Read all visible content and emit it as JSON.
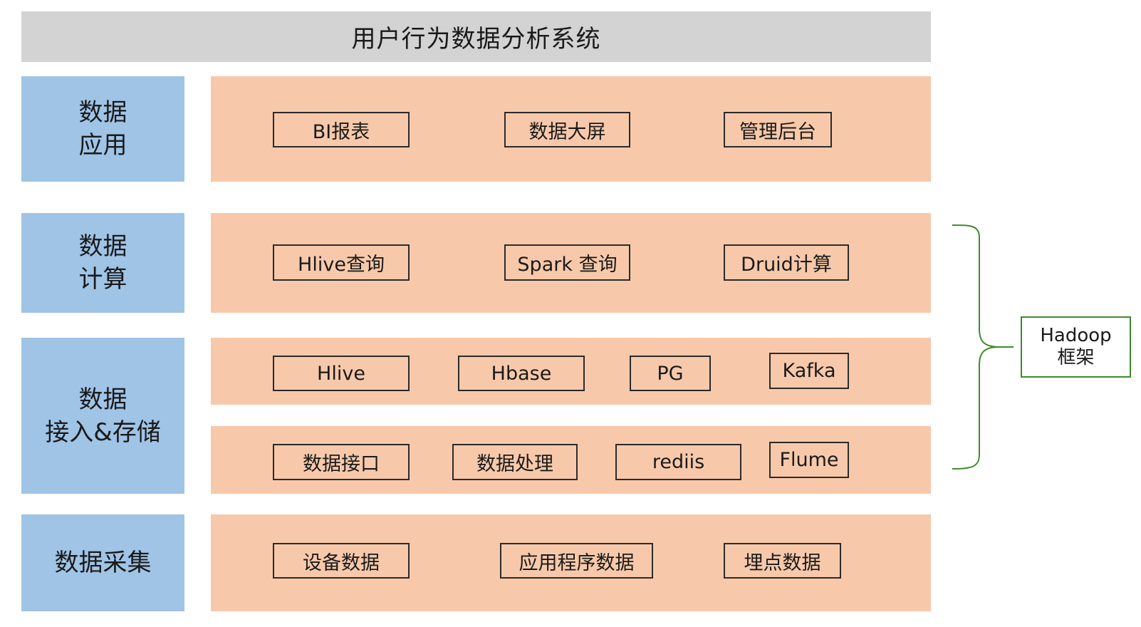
{
  "colors": {
    "title_bg": "#d3d3d3",
    "label_bg": "#9fc4e6",
    "band_bg": "#f7c9aa",
    "chip_border": "#2b2b2b",
    "brace": "#3f8a2e"
  },
  "title": "用户行为数据分析系统",
  "layers": [
    {
      "label_lines": [
        "数据",
        "应用"
      ],
      "rows": [
        [
          "BI报表",
          "数据大屏",
          "管理后台"
        ]
      ]
    },
    {
      "label_lines": [
        "数据",
        "计算"
      ],
      "rows": [
        [
          "Hlive查询",
          "Spark 查询",
          "Druid计算"
        ]
      ]
    },
    {
      "label_lines": [
        "数据",
        "接入&存储"
      ],
      "rows": [
        [
          "Hlive",
          "Hbase",
          "PG",
          "Kafka"
        ],
        [
          "数据接口",
          "数据处理",
          "rediis",
          "Flume"
        ]
      ]
    },
    {
      "label_lines": [
        "数据采集"
      ],
      "rows": [
        [
          "设备数据",
          "应用程序数据",
          "埋点数据"
        ]
      ]
    }
  ],
  "hadoop": {
    "line1": "Hadoop",
    "line2": "框架"
  }
}
